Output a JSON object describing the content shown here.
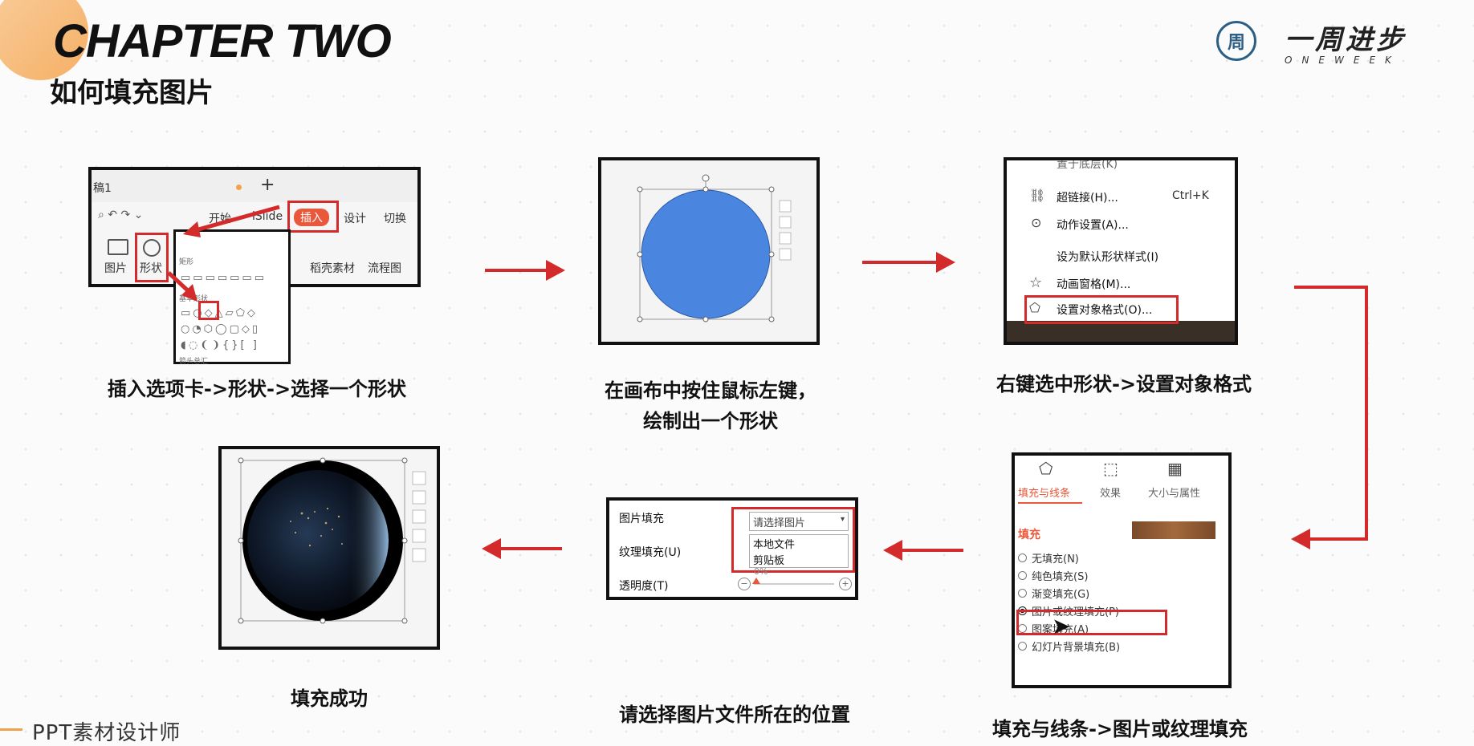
{
  "header": {
    "chapter": "CHAPTER TWO",
    "subtitle": "如何填充图片"
  },
  "logo": {
    "glyph": "周",
    "name": "一周进步",
    "sub": "ONEWEEK"
  },
  "captions": {
    "step1": "插入选项卡->形状->选择一个形状",
    "step2_line1": "在画布中按住鼠标左键，",
    "step2_line2": "绘制出一个形状",
    "step3": "右键选中形状->设置对象格式",
    "step4": "填充与线条->图片或纹理填充",
    "step5": "请选择图片文件所在的位置",
    "step6": "填充成功"
  },
  "panel1": {
    "doc_tab": "稿1",
    "plus": "+",
    "tabs": [
      "开始",
      "iSlide",
      "插入",
      "设计",
      "切换"
    ],
    "tools": [
      "图片",
      "形状",
      "稻壳素材",
      "流程图"
    ],
    "shape_section_1": "矩形",
    "shape_section_2": "基本形状",
    "shape_section_3": "箭头总汇"
  },
  "panel3": {
    "menu_items": [
      {
        "label": "置于底层(K)",
        "shortcut": ""
      },
      {
        "label": "超链接(H)...",
        "shortcut": "Ctrl+K"
      },
      {
        "label": "动作设置(A)...",
        "shortcut": ""
      },
      {
        "label": "设为默认形状样式(I)",
        "shortcut": ""
      },
      {
        "label": "动画窗格(M)...",
        "shortcut": ""
      },
      {
        "label": "设置对象格式(O)...",
        "shortcut": ""
      }
    ]
  },
  "panel4": {
    "tabs": [
      "填充与线条",
      "效果",
      "大小与属性"
    ],
    "section": "填充",
    "options": [
      "无填充(N)",
      "纯色填充(S)",
      "渐变填充(G)",
      "图片或纹理填充(P)",
      "图案填充(A)",
      "幻灯片背景填充(B)"
    ],
    "selected_index": 3
  },
  "panel5": {
    "row1_label": "图片填充",
    "select_value": "请选择图片",
    "dropdown_items": [
      "本地文件",
      "剪贴板"
    ],
    "row2_label": "纹理填充(U)",
    "row3_label": "透明度(T)",
    "transparency": "0%"
  },
  "footer": {
    "text": "PPT素材设计师"
  },
  "colors": {
    "accent_red": "#d32b2b",
    "shape_blue": "#4a86e0",
    "orange": "#f4a24a"
  }
}
